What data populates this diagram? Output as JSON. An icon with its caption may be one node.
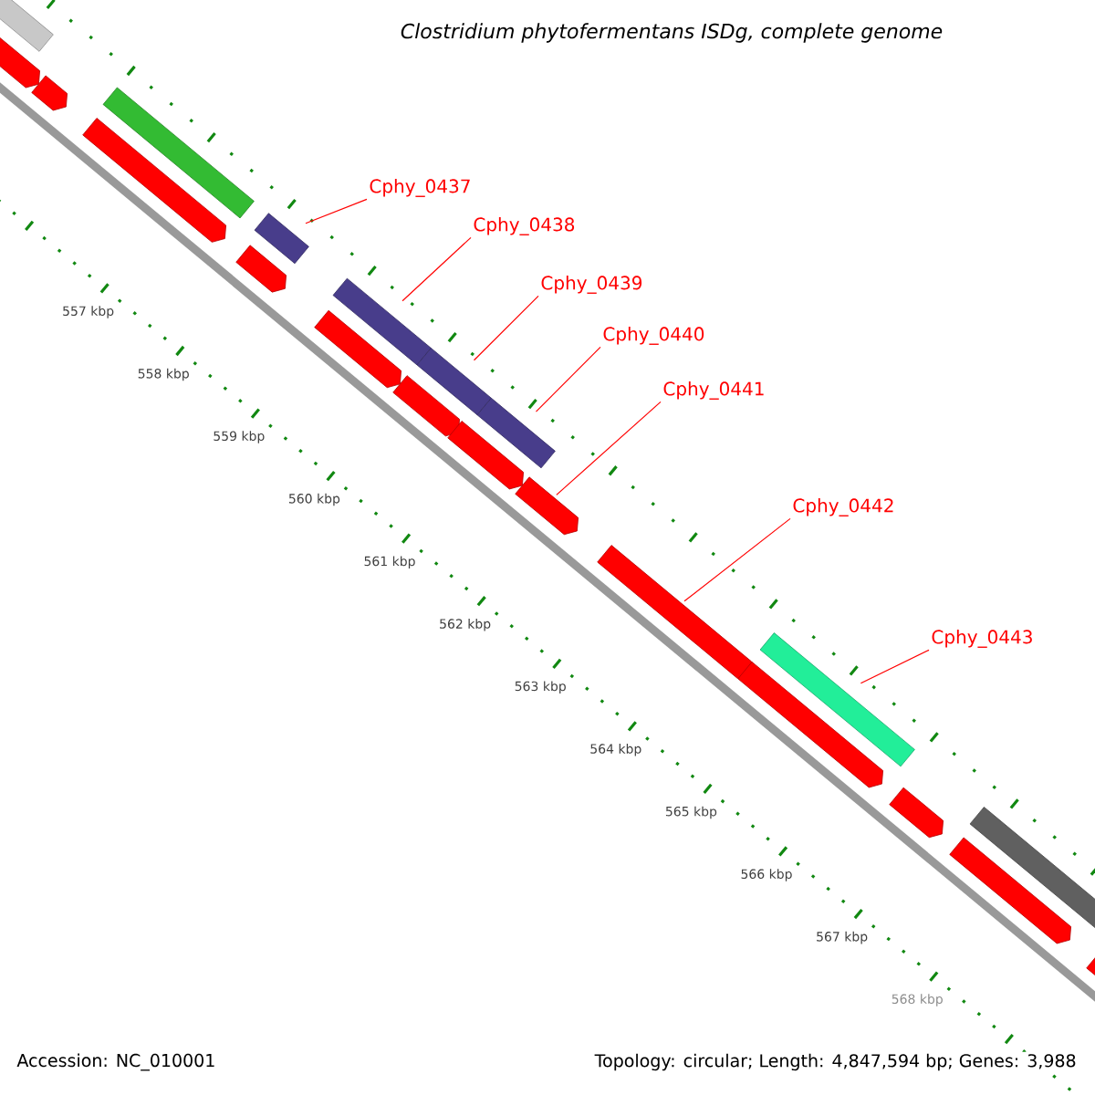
{
  "diagram": {
    "title": "Clostridium phytofermentans ISDg, complete genome",
    "nodes": [
      {
        "text": [
          "Cphy_0437"
        ]
      },
      {
        "text": [
          "Cphy_0438"
        ]
      },
      {
        "text": [
          "Cphy_0439"
        ]
      },
      {
        "text": [
          "Cphy_0440"
        ]
      },
      {
        "text": [
          "Cphy_0441"
        ]
      },
      {
        "text": [
          "Cphy_0442"
        ]
      },
      {
        "text": [
          "Cphy_0443"
        ]
      },
      {
        "text": [],
        "shape": "bar"
      },
      {
        "text": [],
        "shape": "arrow"
      },
      {
        "text": [],
        "shape": "arrow"
      },
      {
        "text": [],
        "shape": "bar"
      },
      {
        "text": [],
        "shape": "arrow"
      },
      {
        "text": [],
        "shape": "bar"
      },
      {
        "text": [],
        "shape": "arrow"
      },
      {
        "text": [],
        "shape": "bar"
      },
      {
        "text": [],
        "shape": "arrow"
      },
      {
        "text": [],
        "shape": "bar"
      },
      {
        "text": [],
        "shape": "arrow"
      },
      {
        "text": [],
        "shape": "bar"
      },
      {
        "text": [],
        "shape": "arrow"
      },
      {
        "text": [],
        "shape": "arrow"
      },
      {
        "text": [],
        "shape": "arrow"
      },
      {
        "text": [],
        "shape": "bar"
      },
      {
        "text": [],
        "shape": "arrow"
      },
      {
        "text": [],
        "shape": "arrow"
      },
      {
        "text": [],
        "shape": "arrow"
      },
      {
        "text": [],
        "shape": "bar"
      },
      {
        "text": [],
        "shape": "arrow"
      }
    ],
    "edges": [
      {
        "from": 0,
        "to": 12,
        "arrow": "none"
      },
      {
        "from": 1,
        "to": 14,
        "arrow": "none"
      },
      {
        "from": 2,
        "to": 16,
        "arrow": "none"
      },
      {
        "from": 3,
        "to": 18,
        "arrow": "none"
      },
      {
        "from": 4,
        "to": 20,
        "arrow": "none"
      },
      {
        "from": 5,
        "to": 21,
        "arrow": "none"
      },
      {
        "from": 6,
        "to": 22,
        "arrow": "none"
      }
    ],
    "labels": [
      "557 kbp",
      "558 kbp",
      "559 kbp",
      "560 kbp",
      "561 kbp",
      "562 kbp",
      "563 kbp",
      "564 kbp",
      "565 kbp",
      "566 kbp",
      "567 kbp",
      "568 kbp",
      "Accession: NC_010001",
      "Topology: circular; Length: 4,847,594 bp; Genes: 3,988"
    ]
  }
}
